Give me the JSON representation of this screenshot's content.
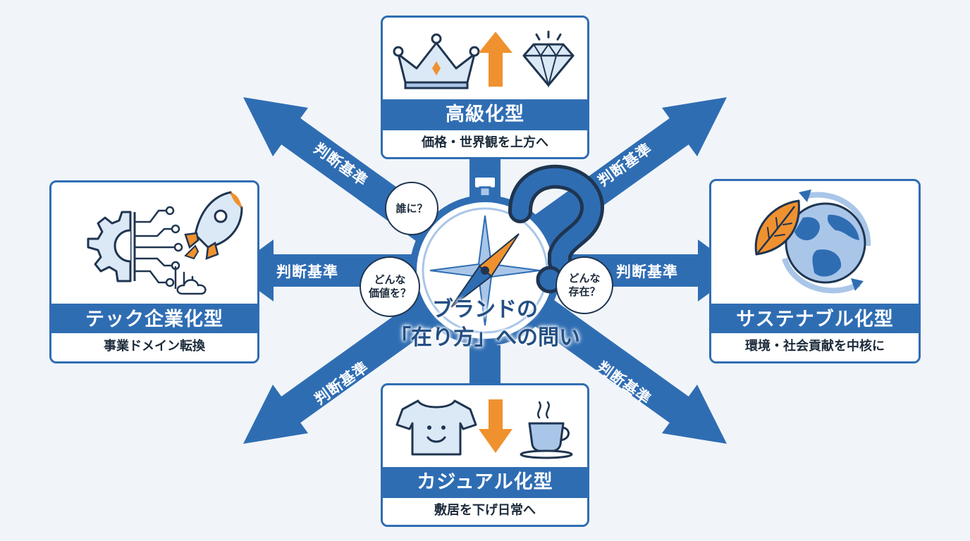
{
  "center": {
    "line1": "ブランドの",
    "line2": "「在り方」への問い"
  },
  "questions": {
    "who": "誰に？",
    "value_1": "どんな",
    "value_2": "価値を？",
    "exist_1": "どんな",
    "exist_2": "存在？"
  },
  "arrow_label": "判断基準",
  "cards": {
    "luxury": {
      "title": "高級化型",
      "sub": "価格・世界観を上方へ"
    },
    "tech": {
      "title": "テック企業化型",
      "sub": "事業ドメイン転換"
    },
    "sustainable": {
      "title": "サステナブル化型",
      "sub": "環境・社会貢献を中核に"
    },
    "casual": {
      "title": "カジュアル化型",
      "sub": "敷居を下げ日常へ"
    }
  },
  "colors": {
    "primary": "#2f6db3",
    "accent": "#f0912f",
    "light_blue": "#a9c6e8",
    "outline": "#1f3550",
    "background": "#f1f5f9"
  }
}
